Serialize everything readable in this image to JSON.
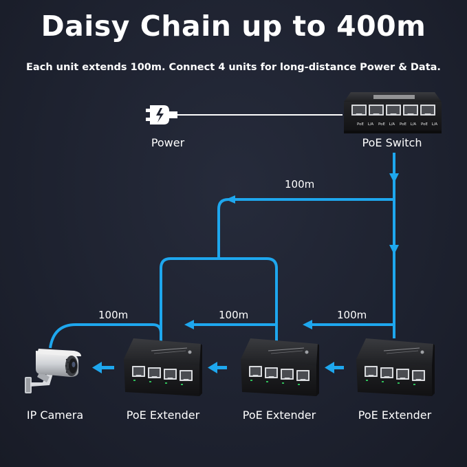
{
  "title": "Daisy Chain up to 400m",
  "subtitle": "Each unit extends 100m. Connect 4 units for long-distance Power & Data.",
  "nodes": {
    "power": "Power",
    "switch": "PoE Switch",
    "camera": "IP Camera",
    "extender_1": "PoE Extender",
    "extender_2": "PoE Extender",
    "extender_3": "PoE Extender"
  },
  "distances": {
    "top": "100m",
    "right": "100m",
    "middle": "100m",
    "left": "100m"
  },
  "switch_port_labels": [
    "PoE",
    "L/A",
    "PoE",
    "L/A",
    "PoE",
    "L/A",
    "PoE",
    "L/A"
  ],
  "colors": {
    "cable": "#1ea7ee",
    "device": "#1b1b1d",
    "text": "#ffffff",
    "background": "#1e2230"
  }
}
